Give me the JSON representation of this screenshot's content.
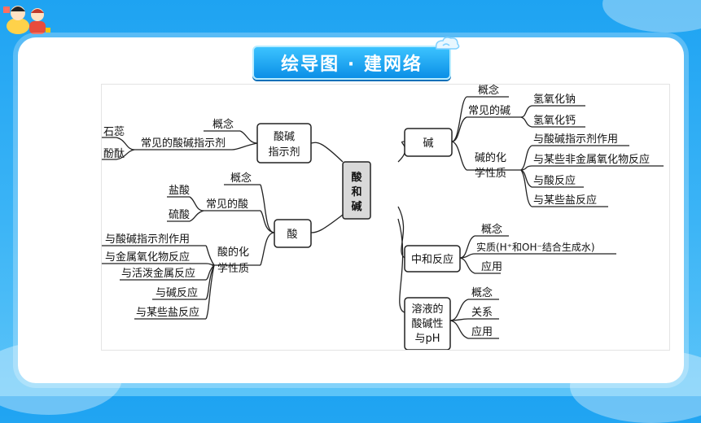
{
  "title": "绘导图 · 建网络",
  "center": "酸和碱",
  "left": {
    "indicator": {
      "label": "酸碱指示剂",
      "concept": "概念",
      "common": "常见的酸碱指示剂",
      "examples": [
        "石蕊",
        "酚酞"
      ]
    },
    "acid": {
      "label": "酸",
      "concept": "概念",
      "common": "常见的酸",
      "common_items": [
        "盐酸",
        "硫酸"
      ],
      "chem": "酸的化学性质",
      "chem_items": [
        "与酸碱指示剂作用",
        "与金属氧化物反应",
        "与活泼金属反应",
        "与碱反应",
        "与某些盐反应"
      ]
    }
  },
  "right": {
    "base": {
      "label": "碱",
      "concept": "概念",
      "common": "常见的碱",
      "common_items": [
        "氢氧化钠",
        "氢氧化钙"
      ],
      "chem": "碱的化学性质",
      "chem_items": [
        "与酸碱指示剂作用",
        "与某些非金属氧化物反应",
        "与酸反应",
        "与某些盐反应"
      ]
    },
    "neutral": {
      "label": "中和反应",
      "items": [
        "概念",
        "实质(H⁺和OH⁻结合生成水)",
        "应用"
      ]
    },
    "ph": {
      "label": "溶液的酸碱性与pH",
      "items": [
        "概念",
        "关系",
        "应用"
      ]
    }
  }
}
